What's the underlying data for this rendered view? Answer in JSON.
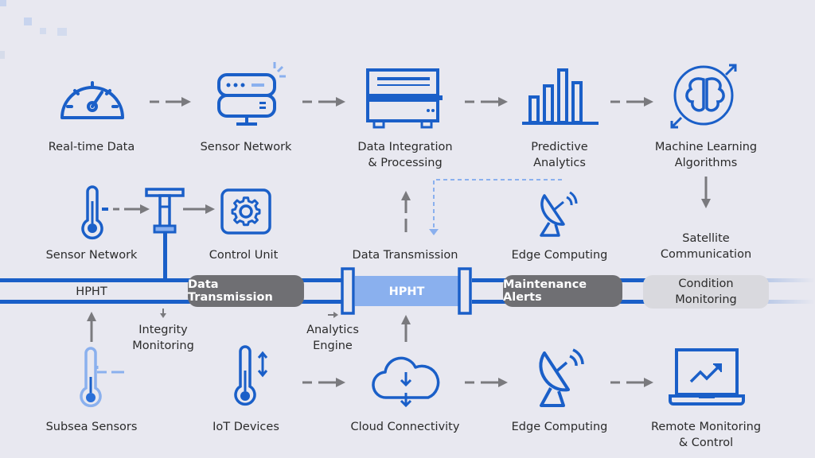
{
  "colors": {
    "accent": "#1a5fc8",
    "light_accent": "#8ab0ee",
    "arrow": "#7a7a7e",
    "pill_dark": "#6f6f73",
    "pill_light": "#d9d9de",
    "background": "#e8e8f0"
  },
  "top_row": [
    {
      "label": "Real-time Data",
      "icon": "gauge-icon"
    },
    {
      "label": "Sensor Network",
      "icon": "server-icon"
    },
    {
      "label": "Data Integration\n& Processing",
      "line1": "Data Integration",
      "line2": "& Processing",
      "icon": "server-rack-icon"
    },
    {
      "label": "Predictive Analytics",
      "line1": "Predictive",
      "line2": "Analytics",
      "icon": "bar-chart-icon"
    },
    {
      "label": "Machine Learning Algorithms",
      "line1": "Machine Learning",
      "line2": "Algorithms",
      "icon": "brain-icon"
    }
  ],
  "middle_row": {
    "sensor_network": "Sensor Network",
    "control_unit": "Control Unit",
    "data_transmission": "Data Transmission",
    "edge_computing": "Edge Computing",
    "satellite_line1": "Satellite",
    "satellite_line2": "Communication"
  },
  "pipeline": {
    "hpht_left": "HPHT",
    "pill_data_transmission": "Data Transmission",
    "hpht_center": "HPHT",
    "pill_maintenance_alerts": "Maintenance Alerts",
    "condition_line1": "Condition",
    "condition_line2": "Monitoring"
  },
  "below_pipe": {
    "integrity_line1": "Integrity",
    "integrity_line2": "Monitoring",
    "analytics_line1": "Analytics",
    "analytics_line2": "Engine"
  },
  "bottom_row": [
    {
      "label": "Subsea Sensors",
      "icon": "thermometer-icon"
    },
    {
      "label": "IoT Devices",
      "icon": "thermometer-arrows-icon"
    },
    {
      "label": "Cloud Connectivity",
      "icon": "cloud-download-icon"
    },
    {
      "label": "Edge Computing",
      "icon": "satellite-dish-icon"
    },
    {
      "label": "Remote Monitoring & Control",
      "line1": "Remote Monitoring",
      "line2": "& Control",
      "icon": "laptop-chart-icon"
    }
  ]
}
